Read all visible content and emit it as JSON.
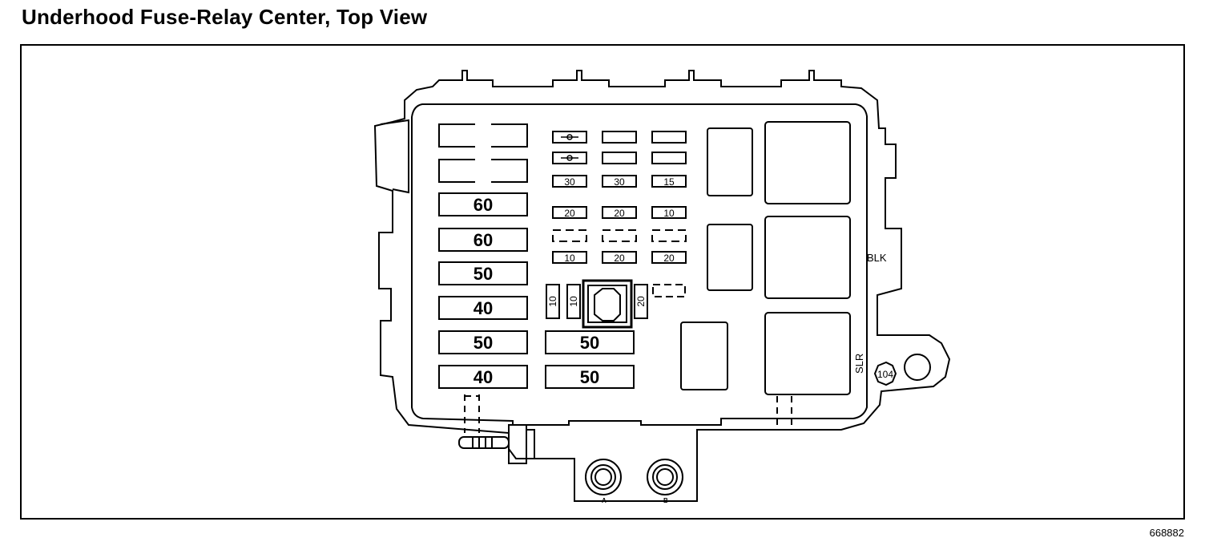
{
  "title": "Underhood Fuse-Relay Center, Top View",
  "figure_id": "668882",
  "maxi_fuses_left": [
    "",
    "",
    "60",
    "60",
    "50",
    "40",
    "50",
    "40"
  ],
  "maxi_fuses_center": [
    "50",
    "50"
  ],
  "mini_fuse_grid": [
    [
      "diode",
      "",
      ""
    ],
    [
      "diode",
      "",
      ""
    ],
    [
      "30",
      "30",
      "15"
    ],
    [
      "20",
      "20",
      "10"
    ],
    [
      "",
      "",
      ""
    ],
    [
      "10",
      "20",
      "20"
    ]
  ],
  "vertical_fuses": [
    "10",
    "10",
    "20"
  ],
  "labels": {
    "blk": "BLK",
    "slr": "SLR",
    "circle_id": "104",
    "stud_a": "A",
    "stud_b": "B"
  }
}
